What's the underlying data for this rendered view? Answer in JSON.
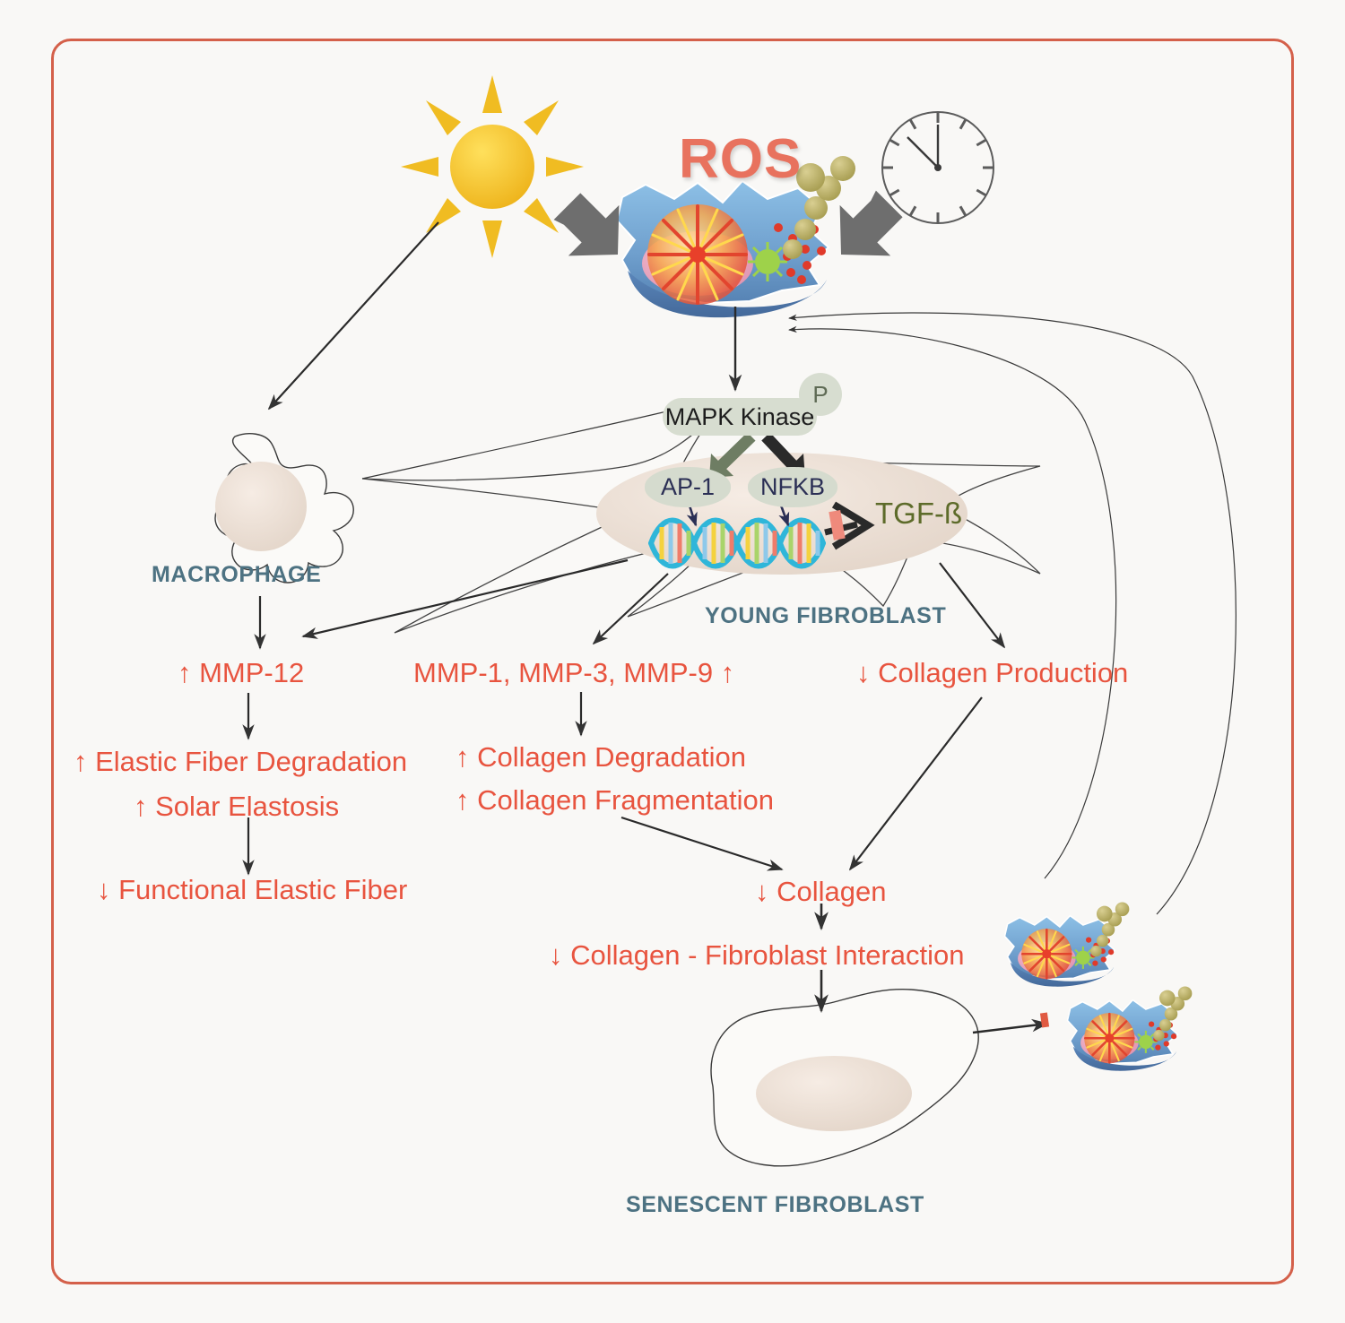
{
  "figure": {
    "title": "UV and chronological ageing fibroblast ROS / MMP / collagen pathway",
    "background_color": "#f9f8f6",
    "frame_color": "#d4604a"
  },
  "colors": {
    "caption": "#4d7282",
    "red_text": "#e8543f",
    "ros_red": "#e8725e",
    "olive": "#5d6b2a",
    "navy": "#2b2f55",
    "arrow_dark": "#2a2a2a",
    "arrow_grey": "#6e6e6e",
    "node_fill": "#d7ddd0",
    "nucleus_fill": "#e8ddd4",
    "inhibit_bar": "#ef8a7c",
    "sun_yellow": "#f2c02c",
    "cell_blue": "#6b9fd0"
  },
  "stimuli": [
    {
      "name": "sun-icon",
      "label": "sun",
      "meaning": "UV radiation"
    },
    {
      "name": "clock-icon",
      "label": "clock",
      "meaning": "chronological ageing"
    }
  ],
  "ros": {
    "label": "ROS"
  },
  "signaling": {
    "mapk": "MAPK Kinase",
    "phospho": "P",
    "ap1": "AP-1",
    "nfkb": "NFKB",
    "tgfb": "TGF-ß"
  },
  "cell_captions": {
    "macrophage": "MACROPHAGE",
    "young_fibroblast": "YOUNG FIBROBLAST",
    "senescent_fibroblast": "SENESCENT FIBROBLAST"
  },
  "outcomes": {
    "mmp12": "↑  MMP-12",
    "mmps": "MMP-1, MMP-3, MMP-9  ↑",
    "collagen_production": "↓ Collagen Production",
    "elastic_fiber_degradation": "↑ Elastic Fiber Degradation",
    "solar_elastosis": "↑ Solar Elastosis",
    "functional_elastic_fiber": "↓ Functional Elastic Fiber",
    "collagen_degradation": "↑ Collagen Degradation",
    "collagen_fragmentation": "↑ Collagen Fragmentation",
    "collagen": "↓ Collagen",
    "collagen_fibroblast_interaction": "↓ Collagen - Fibroblast Interaction"
  },
  "chart_data": {
    "type": "diagram",
    "title": "UV / ageing induced ROS signalling in dermal fibroblasts",
    "nodes": [
      {
        "id": "sun",
        "label": "sun (UV)",
        "type": "icon"
      },
      {
        "id": "clock",
        "label": "clock (chronological ageing)",
        "type": "icon"
      },
      {
        "id": "ros_cell",
        "label": "ROS",
        "type": "cell"
      },
      {
        "id": "mapk",
        "label": "MAPK Kinase",
        "type": "kinase"
      },
      {
        "id": "ap1",
        "label": "AP-1",
        "type": "transcription-factor"
      },
      {
        "id": "nfkb",
        "label": "NFKB",
        "type": "transcription-factor"
      },
      {
        "id": "dna",
        "label": "DNA",
        "type": "dna"
      },
      {
        "id": "tgfb",
        "label": "TGF-ß",
        "type": "cytokine"
      },
      {
        "id": "macrophage",
        "label": "MACROPHAGE",
        "type": "cell"
      },
      {
        "id": "young_fibroblast",
        "label": "YOUNG FIBROBLAST",
        "type": "cell"
      },
      {
        "id": "senescent_fibroblast",
        "label": "SENESCENT FIBROBLAST",
        "type": "cell"
      },
      {
        "id": "mmp12",
        "label": "↑ MMP-12",
        "type": "outcome"
      },
      {
        "id": "mmps",
        "label": "MMP-1, MMP-3, MMP-9 ↑",
        "type": "outcome"
      },
      {
        "id": "collagen_production",
        "label": "↓ Collagen Production",
        "type": "outcome"
      },
      {
        "id": "elastic_deg",
        "label": "↑ Elastic Fiber Degradation",
        "type": "outcome"
      },
      {
        "id": "solar_elastosis",
        "label": "↑ Solar Elastosis",
        "type": "outcome"
      },
      {
        "id": "func_elastic",
        "label": "↓ Functional Elastic Fiber",
        "type": "outcome"
      },
      {
        "id": "collagen_deg",
        "label": "↑ Collagen Degradation",
        "type": "outcome"
      },
      {
        "id": "collagen_frag",
        "label": "↑ Collagen Fragmentation",
        "type": "outcome"
      },
      {
        "id": "collagen",
        "label": "↓ Collagen",
        "type": "outcome"
      },
      {
        "id": "coll_fib_inter",
        "label": "↓ Collagen - Fibroblast Interaction",
        "type": "outcome"
      }
    ],
    "edges": [
      {
        "from": "sun",
        "to": "ros_cell",
        "kind": "activates"
      },
      {
        "from": "clock",
        "to": "ros_cell",
        "kind": "activates"
      },
      {
        "from": "sun",
        "to": "macrophage",
        "kind": "activates"
      },
      {
        "from": "ros_cell",
        "to": "mapk",
        "kind": "activates"
      },
      {
        "from": "mapk",
        "to": "ap1",
        "kind": "activates"
      },
      {
        "from": "mapk",
        "to": "nfkb",
        "kind": "activates"
      },
      {
        "from": "ap1",
        "to": "dna",
        "kind": "activates"
      },
      {
        "from": "nfkb",
        "to": "dna",
        "kind": "activates"
      },
      {
        "from": "dna",
        "to": "tgfb",
        "kind": "inhibits"
      },
      {
        "from": "macrophage",
        "to": "mmp12",
        "kind": "activates"
      },
      {
        "from": "young_fibroblast",
        "to": "mmp12",
        "kind": "activates"
      },
      {
        "from": "young_fibroblast",
        "to": "mmps",
        "kind": "activates"
      },
      {
        "from": "young_fibroblast",
        "to": "collagen_production",
        "kind": "activates"
      },
      {
        "from": "mmp12",
        "to": "elastic_deg",
        "kind": "activates"
      },
      {
        "from": "elastic_deg",
        "to": "func_elastic",
        "kind": "activates"
      },
      {
        "from": "mmps",
        "to": "collagen_deg",
        "kind": "activates"
      },
      {
        "from": "collagen_frag",
        "to": "collagen",
        "kind": "activates"
      },
      {
        "from": "collagen_production",
        "to": "collagen",
        "kind": "activates"
      },
      {
        "from": "collagen",
        "to": "coll_fib_inter",
        "kind": "activates"
      },
      {
        "from": "coll_fib_inter",
        "to": "senescent_fibroblast",
        "kind": "activates"
      },
      {
        "from": "senescent_fibroblast",
        "to": "ros_cell",
        "kind": "feedback"
      }
    ]
  }
}
